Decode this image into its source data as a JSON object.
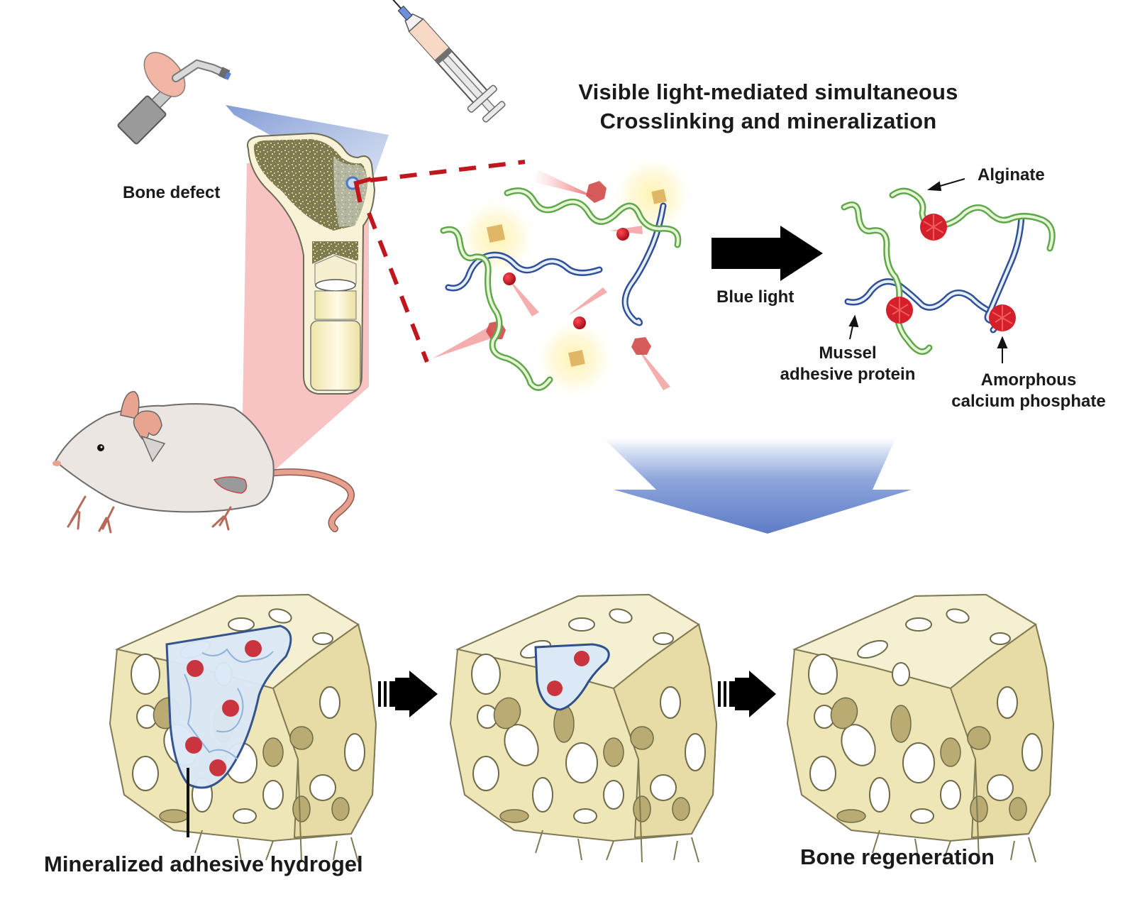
{
  "title": {
    "line1": "Visible light-mediated simultaneous",
    "line2": "Crosslinking and mineralization"
  },
  "labels": {
    "bone_defect": "Bone defect",
    "blue_light": "Blue light",
    "alginate": "Alginate",
    "mussel_line1": "Mussel",
    "mussel_line2": "adhesive protein",
    "acp_line1": "Amorphous",
    "acp_line2": "calcium phosphate",
    "hydrogel": "Mineralized adhesive hydrogel",
    "regeneration": "Bone regeneration"
  },
  "components": {
    "light_source": "curing-light",
    "syringe": "syringe",
    "animal": "rat",
    "bone": "femur"
  },
  "stages": [
    {
      "name": "hydrogel-filled-defect",
      "hydrogel_particles": 5
    },
    {
      "name": "partially-degraded-hydrogel",
      "hydrogel_particles": 2
    },
    {
      "name": "regenerated-bone",
      "hydrogel_particles": 0
    }
  ],
  "colors": {
    "alginate": "#6aab4a",
    "mussel_protein": "#3a5ea8",
    "calcium_phosphate": "#d4202a",
    "precursor_ion": "#c01828",
    "crystal_cube": "#d9b25a",
    "bone": "#efe6b8",
    "bone_shadow": "#b9ab72",
    "hydrogel": "#dbe9f6",
    "blue_light": "#8aa6d8",
    "tissue_pink": "#f6b7b7",
    "zoom_dash": "#c0161d",
    "arrow": "#000000"
  }
}
